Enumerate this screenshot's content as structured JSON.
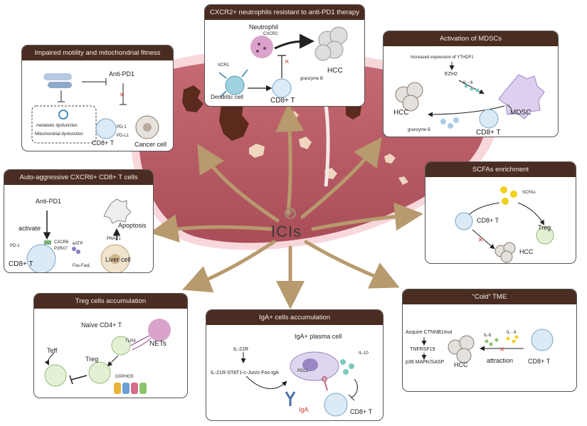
{
  "center_label": "ICIs",
  "panels": {
    "cxcr2": {
      "title": "CXCR2+ neutrophils resistant to anti-PD1 therapy",
      "neutrophil": "Neutrophil",
      "cxcr2": "CXCR2",
      "xcr1": "XCR1",
      "dendritic": "Dendritic cell",
      "cd8": "CD8+ T",
      "granzyme": "granzyme B",
      "hcc": "HCC"
    },
    "motility": {
      "title": "Impaired motility and mitochondrial fitness",
      "anti_pd1": "Anti-PD1",
      "metabolic": "metabolic dysfunction",
      "mito": "Mitochondrial dysfunction",
      "pd1": "PD-1",
      "pdl1": "PD-L1",
      "cd8": "CD8+ T",
      "cancer": "Cancer cell"
    },
    "mdsc": {
      "title": "Activation of MDSCs",
      "ythdf1": "Increased expression of YTHDF1",
      "ezh2": "EZH2",
      "il6": "IL - 6",
      "hcc": "HCC",
      "mdsc": "MDSC",
      "granzyme": "granzyme B",
      "cd8": "CD8+ T"
    },
    "autoaggressive": {
      "title": "Auto-aggressive CXCR6+ CD8+ T cells",
      "anti_pd1": "Anti-PD1",
      "activate": "activate",
      "pd1": "PD-1",
      "cxcr6": "CXCR6",
      "p2rx7": "P2RX7",
      "eatp": "eATP",
      "pnax1": "PNAX1",
      "fasfasl": "Fas-FasL",
      "cd8": "CD8+ T",
      "liver": "Liver cell",
      "apoptosis": "Apoptosis"
    },
    "scfa": {
      "title": "SCFAs enrichment",
      "scfas": "SCFAs",
      "cd8": "CD8+ T",
      "treg": "Treg",
      "hcc": "HCC"
    },
    "treg": {
      "title": "Treg cells accumulation",
      "naive": "Naïve CD4+ T",
      "tlr4": "TLR4",
      "nets": "NETs",
      "teff": "Teff",
      "treg": "Treg",
      "oxphos": "OXPHOS"
    },
    "iga": {
      "title": "IgA+ cells accumulation",
      "il21r": "IL-21R",
      "pathway": "IL-21R-STAT1-c-Jun/c-Fos-IgA",
      "plasma": "IgA+ plasma cell",
      "pdl1": "PDL1",
      "il10": "IL-10",
      "iga": "IgA",
      "cd8": "CD8+ T"
    },
    "cold": {
      "title": "“Cold”   TME",
      "ctnnb1": "Acquire CTNNB1mut",
      "tnfrsf19": "TNFRSF19",
      "p38": "p38 MAPK/SASP",
      "hcc": "HCC",
      "il6": "IL-6",
      "il8": "IL - 8",
      "attraction": "attraction",
      "cd8": "CD8+ T"
    }
  },
  "colors": {
    "liver": "#b85a62",
    "liver_glow": "#f4c7cc",
    "lesion_dark": "#5a2a1c",
    "lesion_light": "#f0d6be",
    "arrow": "#b79a6e",
    "title_bg": "#4a2d22",
    "inhibit": "#d23a2e"
  }
}
